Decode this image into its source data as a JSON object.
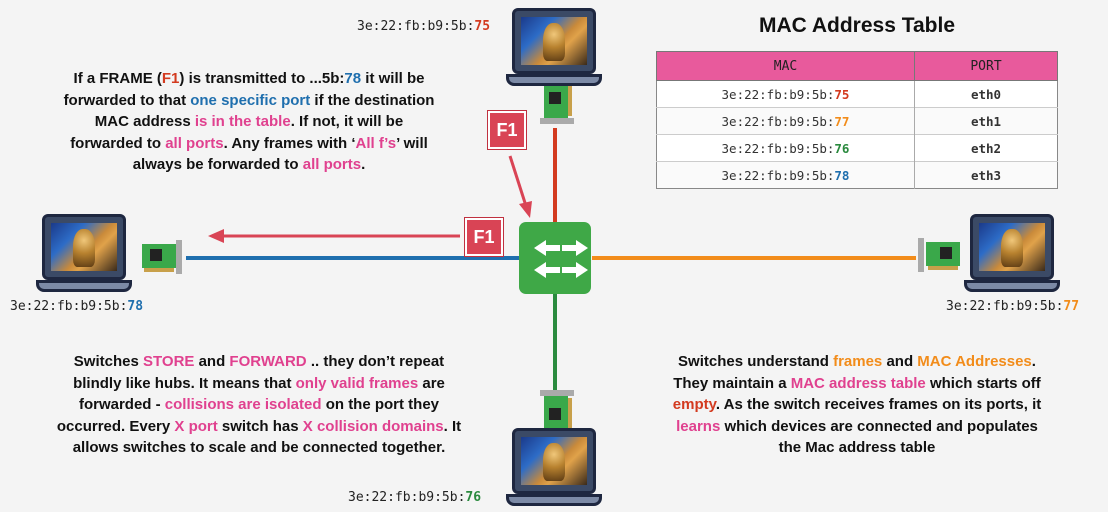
{
  "table": {
    "title": "MAC Address Table",
    "headers": [
      "MAC",
      "PORT"
    ],
    "rows": [
      {
        "prefix": "3e:22:fb:b9:5b:",
        "suffix": "75",
        "suffix_color": "#d33a1f",
        "port": "eth0",
        "port_color": "#d33a1f"
      },
      {
        "prefix": "3e:22:fb:b9:5b:",
        "suffix": "77",
        "suffix_color": "#f28c1a",
        "port": "eth1",
        "port_color": "#f28c1a"
      },
      {
        "prefix": "3e:22:fb:b9:5b:",
        "suffix": "76",
        "suffix_color": "#2a8a3e",
        "port": "eth2",
        "port_color": "#2a8a3e"
      },
      {
        "prefix": "3e:22:fb:b9:5b:",
        "suffix": "78",
        "suffix_color": "#1f6fae",
        "port": "eth3",
        "port_color": "#1f6fae"
      }
    ]
  },
  "devices": {
    "top": {
      "prefix": "3e:22:fb:b9:5b:",
      "suffix": "75"
    },
    "left": {
      "prefix": "3e:22:fb:b9:5b:",
      "suffix": "78"
    },
    "right": {
      "prefix": "3e:22:fb:b9:5b:",
      "suffix": "77"
    },
    "bottom": {
      "prefix": "3e:22:fb:b9:5b:",
      "suffix": "76"
    }
  },
  "frame_label": "F1",
  "text_top_left": {
    "a": "If a FRAME (",
    "b": "F1",
    "c": ") is transmitted to ...5b:",
    "d": "78",
    "e": " it will be forwarded to that ",
    "f": "one specific port",
    "g": " if the destination MAC address ",
    "h": "is in the table",
    "i": ". If not, it will be forwarded to ",
    "j": "all ports",
    "k": ". Any frames with ‘",
    "l": "All f’s",
    "m": "’ will always be forwarded to ",
    "n": "all ports",
    "o": "."
  },
  "text_bottom_left": {
    "a": "Switches ",
    "b": "STORE",
    "c": " and ",
    "d": "FORWARD",
    "e": " .. they don’t repeat blindly like hubs. It means that ",
    "f": "only valid frames",
    "g": " are forwarded - ",
    "h": "collisions are isolated",
    "i": " on the port they occurred. Every ",
    "j": "X port",
    "k": " switch has ",
    "l": "X collision domains",
    "m": ". It allows switches to scale and be connected together."
  },
  "text_bottom_right": {
    "a": "Switches understand ",
    "b": "frames",
    "c": " and ",
    "d": "MAC Addresses",
    "e": ". They maintain a ",
    "f": "MAC address table",
    "g": " which starts off ",
    "h": "empty",
    "i": ". As the switch receives frames on its ports, it ",
    "j": "learns",
    "k": " which devices are connected and populates the Mac address table"
  },
  "colors": {
    "link_top": "#d33a1f",
    "link_left": "#1f6fae",
    "link_right": "#f28c1a",
    "link_bottom": "#2a8a3e",
    "switch": "#3fa847",
    "arrow": "#d94455",
    "highlight_pink": "#e0418f"
  }
}
